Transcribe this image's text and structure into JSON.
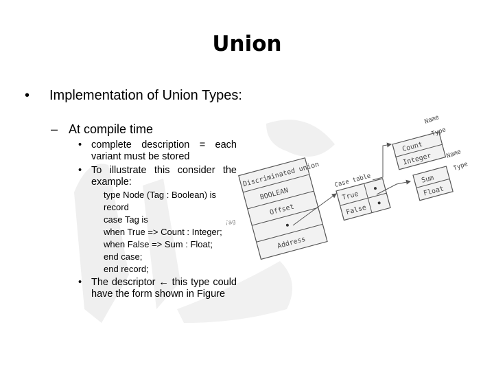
{
  "slide": {
    "title": "Union",
    "bullet1": "Implementation of Union Types:",
    "bullet2": "At compile time",
    "sub1": "complete description = each variant must be stored",
    "sub2": "To illustrate this consider the example:",
    "code": [
      "type Node (Tag : Boolean) is",
      "record",
      "case Tag is",
      "when True => Count : Integer;",
      "when False => Sum : Float;",
      "end case;",
      "end record;"
    ],
    "sub3": "The descriptor ← this type could have the form shown in Figure"
  },
  "diagram": {
    "rows": [
      "Discriminated union",
      "BOOLEAN",
      "Offset",
      "",
      "Address"
    ],
    "tag_label": "Tag",
    "case_table_label": "Case table",
    "case_rows": [
      "True",
      "False"
    ],
    "true_variant": {
      "field": "Count",
      "type": "Integer",
      "name_label": "Name",
      "type_label": "Type"
    },
    "false_variant": {
      "field": "Sum",
      "type": "Float",
      "name_label": "Name",
      "type_label": "Type"
    }
  },
  "colors": {
    "text": "#000000",
    "diagram": "#555555",
    "watermark": "#ececec"
  }
}
